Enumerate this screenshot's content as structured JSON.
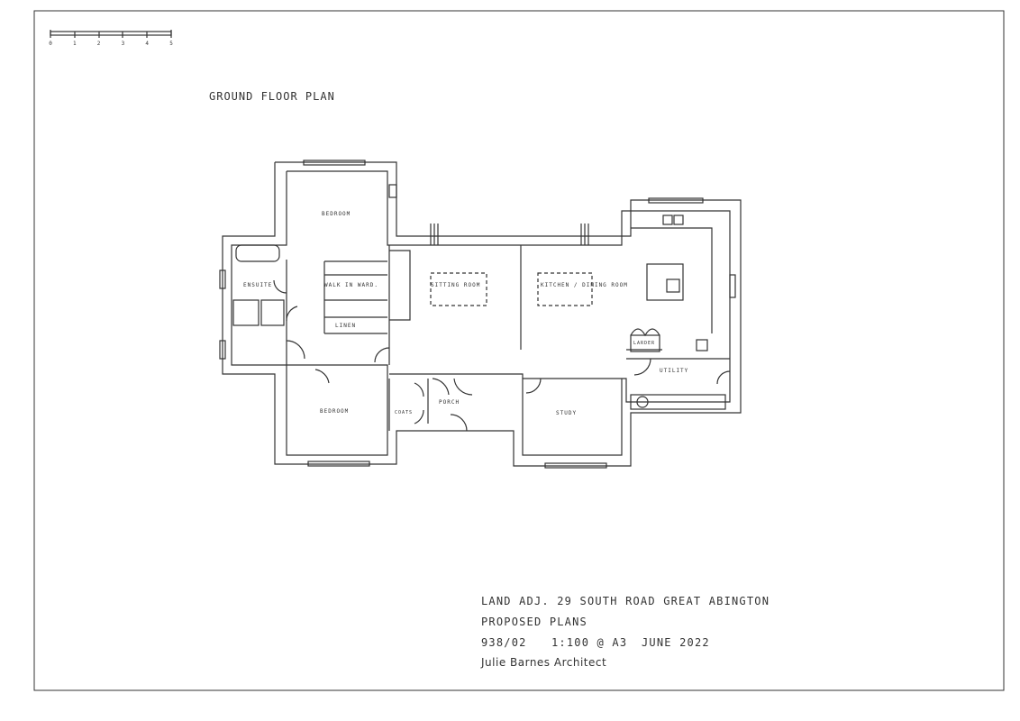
{
  "drawing": {
    "title": "GROUND FLOOR PLAN",
    "scale_bar_ticks": [
      "0",
      "1",
      "2",
      "3",
      "4",
      "5"
    ],
    "rooms": {
      "bedroom_1": "BEDROOM",
      "ensuite": "ENSUITE",
      "walk_in_wardrobe": "WALK IN WARD.",
      "linen": "LINEN",
      "sitting_room": "SITTING ROOM",
      "kitchen_dining": "KITCHEN / DINING ROOM",
      "larder": "LARDER",
      "utility": "UTILITY",
      "bedroom_2": "BEDROOM",
      "coats": "COATS",
      "porch": "PORCH",
      "study": "STUDY"
    }
  },
  "title_block": {
    "site": "LAND ADJ. 29 SOUTH ROAD  GREAT ABINGTON",
    "description": "PROPOSED PLANS",
    "drawing_number": "938/02",
    "scale": "1:100 @ A3",
    "date": "JUNE 2022",
    "architect": "Julie Barnes Architect"
  }
}
